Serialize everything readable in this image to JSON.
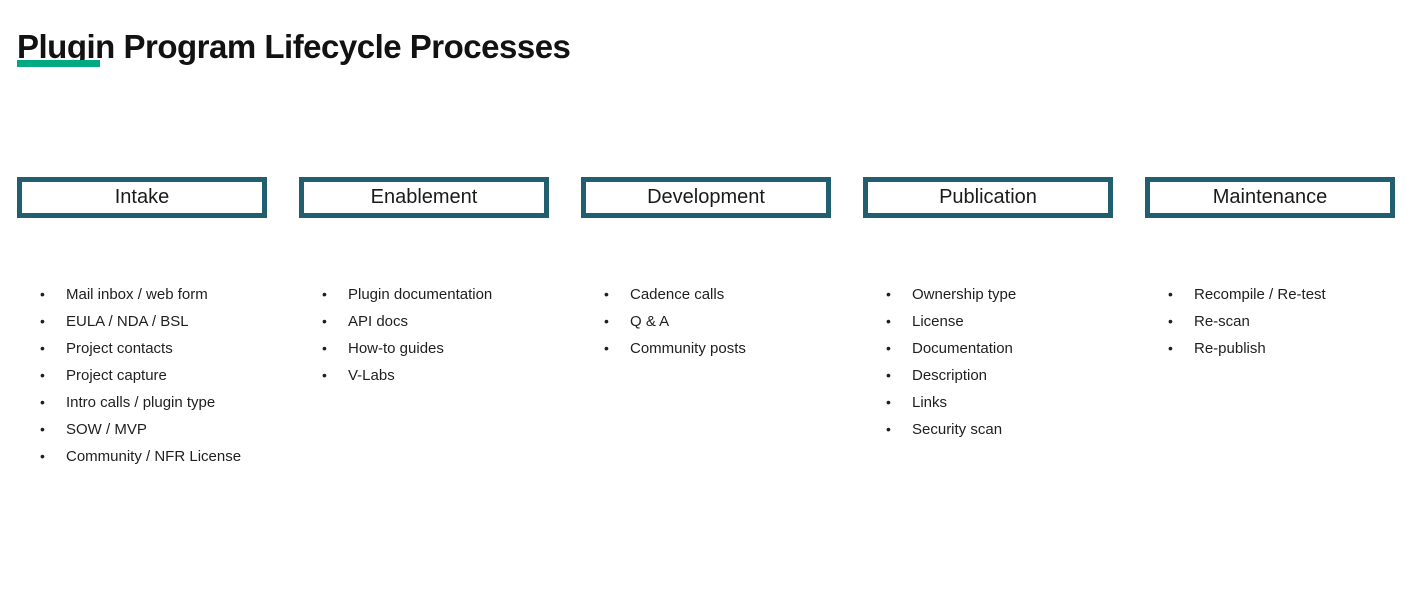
{
  "title": "Plugin Program Lifecycle Processes",
  "colors": {
    "accent_green": "#01A982",
    "box_border_teal": "#215E6F",
    "text": "#1A1A1A"
  },
  "columns": [
    {
      "header": "Intake",
      "items": [
        "Mail inbox / web form",
        "EULA / NDA / BSL",
        "Project contacts",
        "Project capture",
        "Intro calls / plugin type",
        "SOW / MVP",
        "Community / NFR License"
      ]
    },
    {
      "header": "Enablement",
      "items": [
        "Plugin documentation",
        "API docs",
        "How-to guides",
        "V-Labs"
      ]
    },
    {
      "header": "Development",
      "items": [
        "Cadence calls",
        "Q & A",
        "Community posts"
      ]
    },
    {
      "header": "Publication",
      "items": [
        "Ownership type",
        "License",
        "Documentation",
        "Description",
        "Links",
        "Security scan"
      ]
    },
    {
      "header": "Maintenance",
      "items": [
        "Recompile / Re-test",
        "Re-scan",
        "Re-publish"
      ]
    }
  ]
}
